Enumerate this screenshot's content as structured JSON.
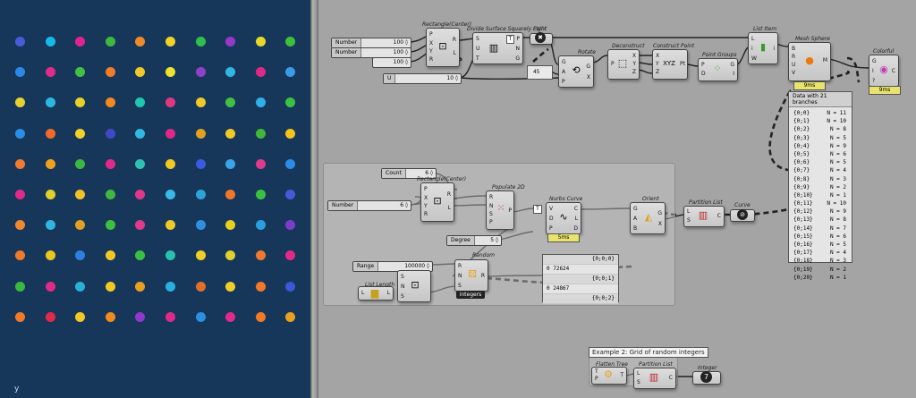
{
  "viewport": {
    "axis_label": "y",
    "background": "#17375a",
    "dot_rows": [
      [
        "#4a5bd8",
        "#18b8e8",
        "#e0248a",
        "#40b840",
        "#f08a28",
        "#f0d228",
        "#2ec04a",
        "#9838c8",
        "#e8d828",
        "#3cc03c"
      ],
      [
        "#2b88e8",
        "#e02a8c",
        "#44c040",
        "#f27a28",
        "#f0c828",
        "#f0e030",
        "#9040c8",
        "#30b8e0",
        "#e02888",
        "#3a9ae8"
      ],
      [
        "#e8d030",
        "#2bb8e0",
        "#e8d028",
        "#f08a20",
        "#1ec8b0",
        "#e03880",
        "#f0c828",
        "#40c040",
        "#30b0e8",
        "#3cc040"
      ],
      [
        "#2a8ee6",
        "#f06a28",
        "#f0d228",
        "#4048c8",
        "#30b8e0",
        "#e02888",
        "#e0a020",
        "#f0c828",
        "#40b838",
        "#f2c41c"
      ],
      [
        "#f07a30",
        "#f0a020",
        "#3cb840",
        "#e02a8c",
        "#2dc2b0",
        "#f0c820",
        "#3a5ae0",
        "#3aa4e8",
        "#e03a8c",
        "#2b8ce8"
      ],
      [
        "#e02a88",
        "#e0d028",
        "#f0c028",
        "#40b840",
        "#e03888",
        "#3ab8e8",
        "#2ba4d8",
        "#f07828",
        "#3cc040",
        "#4a58d8"
      ],
      [
        "#f08830",
        "#30b4e0",
        "#e0a020",
        "#3cc040",
        "#e03a8c",
        "#f0c828",
        "#3090e0",
        "#e8d020",
        "#2ba0e0",
        "#7a3ec8"
      ],
      [
        "#f07a2a",
        "#e8c820",
        "#2b80e0",
        "#f0c828",
        "#3ac040",
        "#2ac0b0",
        "#f0d028",
        "#e0d030",
        "#f07830",
        "#e02a88"
      ],
      [
        "#3ab840",
        "#e02a88",
        "#2ab0d8",
        "#f0c828",
        "#e8a020",
        "#2ab0e0",
        "#e07028",
        "#f0d028",
        "#f07a28",
        "#3a58d8"
      ],
      [
        "#f07a2a",
        "#e02a4a",
        "#f0c828",
        "#f08a20",
        "#9038c8",
        "#e02a8a",
        "#2a90e0",
        "#e02a8c",
        "#f07a28",
        "#e8a020"
      ]
    ]
  },
  "components": {
    "rect_center_1": {
      "title": "Rectangle(Center)",
      "inputs": [
        "P",
        "X",
        "Y",
        "R"
      ],
      "outputs": [
        "R",
        "L"
      ]
    },
    "divide_surface": {
      "title": "Divide Surface Squarely Light",
      "inputs": [
        "S",
        "U",
        "T"
      ],
      "outputs": [
        "P",
        "N",
        "G"
      ],
      "tag": "T"
    },
    "point": {
      "title": "Point"
    },
    "rotate": {
      "title": "Rotate",
      "inputs": [
        "G",
        "A",
        "P"
      ],
      "outputs": [
        "G",
        "X"
      ],
      "angle_value": "45"
    },
    "deconstruct": {
      "title": "Deconstruct",
      "inputs": [
        "P"
      ],
      "outputs": [
        "X",
        "Y",
        "Z"
      ]
    },
    "construct_point": {
      "title": "Construct Point",
      "inputs": [
        "X",
        "Y",
        "Z"
      ],
      "outputs": [
        "Pt"
      ]
    },
    "point_groups": {
      "title": "Point Groups",
      "inputs": [
        "P",
        "D"
      ],
      "outputs": [
        "G",
        "I"
      ]
    },
    "list_item": {
      "title": "List Item",
      "inputs": [
        "L",
        "i",
        "W"
      ],
      "outputs": [
        "i"
      ]
    },
    "mesh_sphere": {
      "title": "Mesh Sphere",
      "inputs": [
        "B",
        "R",
        "U",
        "V"
      ],
      "outputs": [
        "M"
      ],
      "timing": "9ms"
    },
    "colorful": {
      "title": "Colorful",
      "inputs": [
        "G",
        "I",
        "?"
      ],
      "outputs": [
        "C"
      ],
      "timing": "9ms"
    },
    "rect_center_2": {
      "title": "Rectangle(Center)",
      "inputs": [
        "P",
        "X",
        "Y",
        "R"
      ],
      "outputs": [
        "R",
        "L"
      ]
    },
    "populate_2d": {
      "title": "Populate 2D",
      "inputs": [
        "R",
        "N",
        "S",
        "P"
      ],
      "outputs": [
        "P"
      ]
    },
    "nurbs_curve": {
      "title": "Nurbs Curve",
      "inputs": [
        "V",
        "D",
        "P"
      ],
      "outputs": [
        "C",
        "L",
        "D"
      ],
      "tag": "T",
      "timing": "5ms"
    },
    "orient": {
      "title": "Orient",
      "inputs": [
        "G",
        "A",
        "B"
      ],
      "outputs": [
        "G",
        "X"
      ]
    },
    "partition_list_1": {
      "title": "Partition List",
      "inputs": [
        "L",
        "S"
      ],
      "outputs": [
        "C"
      ]
    },
    "curve": {
      "title": "Curve"
    },
    "random": {
      "title": "Random",
      "inputs": [
        "R",
        "N",
        "S"
      ],
      "outputs": [
        "R"
      ],
      "badge": "integers"
    },
    "list_length": {
      "title": "List Length",
      "inputs": [
        "L"
      ],
      "outputs": [
        "L"
      ]
    },
    "rect_small": {
      "inputs": [
        "S",
        "N",
        "S"
      ],
      "outputs": []
    },
    "flatten_tree": {
      "title": "Flatten Tree",
      "inputs": [
        "T",
        "P"
      ],
      "outputs": [
        "T"
      ]
    },
    "partition_list_2": {
      "title": "Partition List",
      "inputs": [
        "L",
        "S"
      ],
      "outputs": [
        "C"
      ]
    },
    "integer": {
      "title": "Integer"
    }
  },
  "sliders": {
    "number_1": {
      "label": "Number",
      "value": "100 ◊"
    },
    "number_2": {
      "label": "Number",
      "value": "100 ◊"
    },
    "number_3": {
      "label": "",
      "value": "100 ◊"
    },
    "u": {
      "label": "U",
      "value": "10 ◊"
    },
    "count": {
      "label": "Count",
      "value": "6 ◊"
    },
    "number_4": {
      "label": "Number",
      "value": "6 ◊"
    },
    "degree": {
      "label": "Degree",
      "value": "5 ◊"
    },
    "range": {
      "label": "Range",
      "value": "100000 ◊"
    }
  },
  "data_panel": {
    "header": "Data with 21 branches",
    "branches": [
      {
        "path": "{0;0}",
        "value": "N = 11"
      },
      {
        "path": "{0;1}",
        "value": "N = 10"
      },
      {
        "path": "{0;2}",
        "value": "N = 8"
      },
      {
        "path": "{0;3}",
        "value": "N = 5"
      },
      {
        "path": "{0;4}",
        "value": "N = 9"
      },
      {
        "path": "{0;5}",
        "value": "N = 6"
      },
      {
        "path": "{0;6}",
        "value": "N = 5"
      },
      {
        "path": "{0;7}",
        "value": "N = 4"
      },
      {
        "path": "{0;8}",
        "value": "N = 3"
      },
      {
        "path": "{0;9}",
        "value": "N = 2"
      },
      {
        "path": "{0;10}",
        "value": "N = 1"
      },
      {
        "path": "{0;11}",
        "value": "N = 10"
      },
      {
        "path": "{0;12}",
        "value": "N = 9"
      },
      {
        "path": "{0;13}",
        "value": "N = 8"
      },
      {
        "path": "{0;14}",
        "value": "N = 7"
      },
      {
        "path": "{0;15}",
        "value": "N = 6"
      },
      {
        "path": "{0;16}",
        "value": "N = 5"
      },
      {
        "path": "{0;17}",
        "value": "N = 4"
      },
      {
        "path": "{0;18}",
        "value": "N = 3"
      },
      {
        "path": "{0;19}",
        "value": "N = 2"
      },
      {
        "path": "{0;20}",
        "value": "N = 1"
      }
    ]
  },
  "random_panel": {
    "rows": [
      {
        "left": "",
        "right": "{0;0;0}"
      },
      {
        "left": "0  72624",
        "right": ""
      },
      {
        "left": "",
        "right": "{0;0;1}"
      },
      {
        "left": "0  24867",
        "right": ""
      },
      {
        "left": "",
        "right": "{0;0;2}"
      }
    ]
  },
  "example_label": "Example 2: Grid of random integers"
}
